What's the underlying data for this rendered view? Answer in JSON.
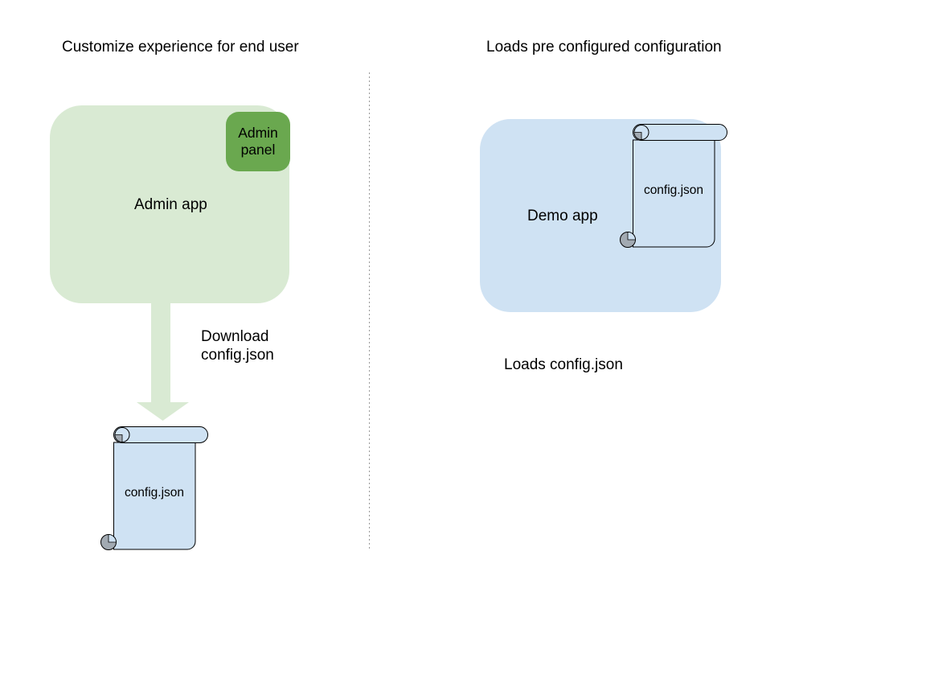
{
  "diagram": {
    "left": {
      "title": "Customize experience for end user",
      "admin_app_label": "Admin app",
      "admin_panel_label": "Admin panel",
      "download_caption": "Download config.json",
      "config_file_label": "config.json"
    },
    "right": {
      "title": "Loads pre configured configuration",
      "demo_app_label": "Demo app",
      "config_file_label": "config.json",
      "loads_caption": "Loads config.json"
    }
  },
  "colors": {
    "admin_app_fill": "#d9ead3",
    "admin_panel_fill": "#6aa84f",
    "arrow_fill": "#d9ead3",
    "demo_app_fill": "#cfe2f3",
    "scroll_fill": "#cfe2f3",
    "scroll_stroke": "#000000",
    "curl_shade": "#a2aab2",
    "divider_color": "#999999",
    "text_color": "#000000"
  }
}
